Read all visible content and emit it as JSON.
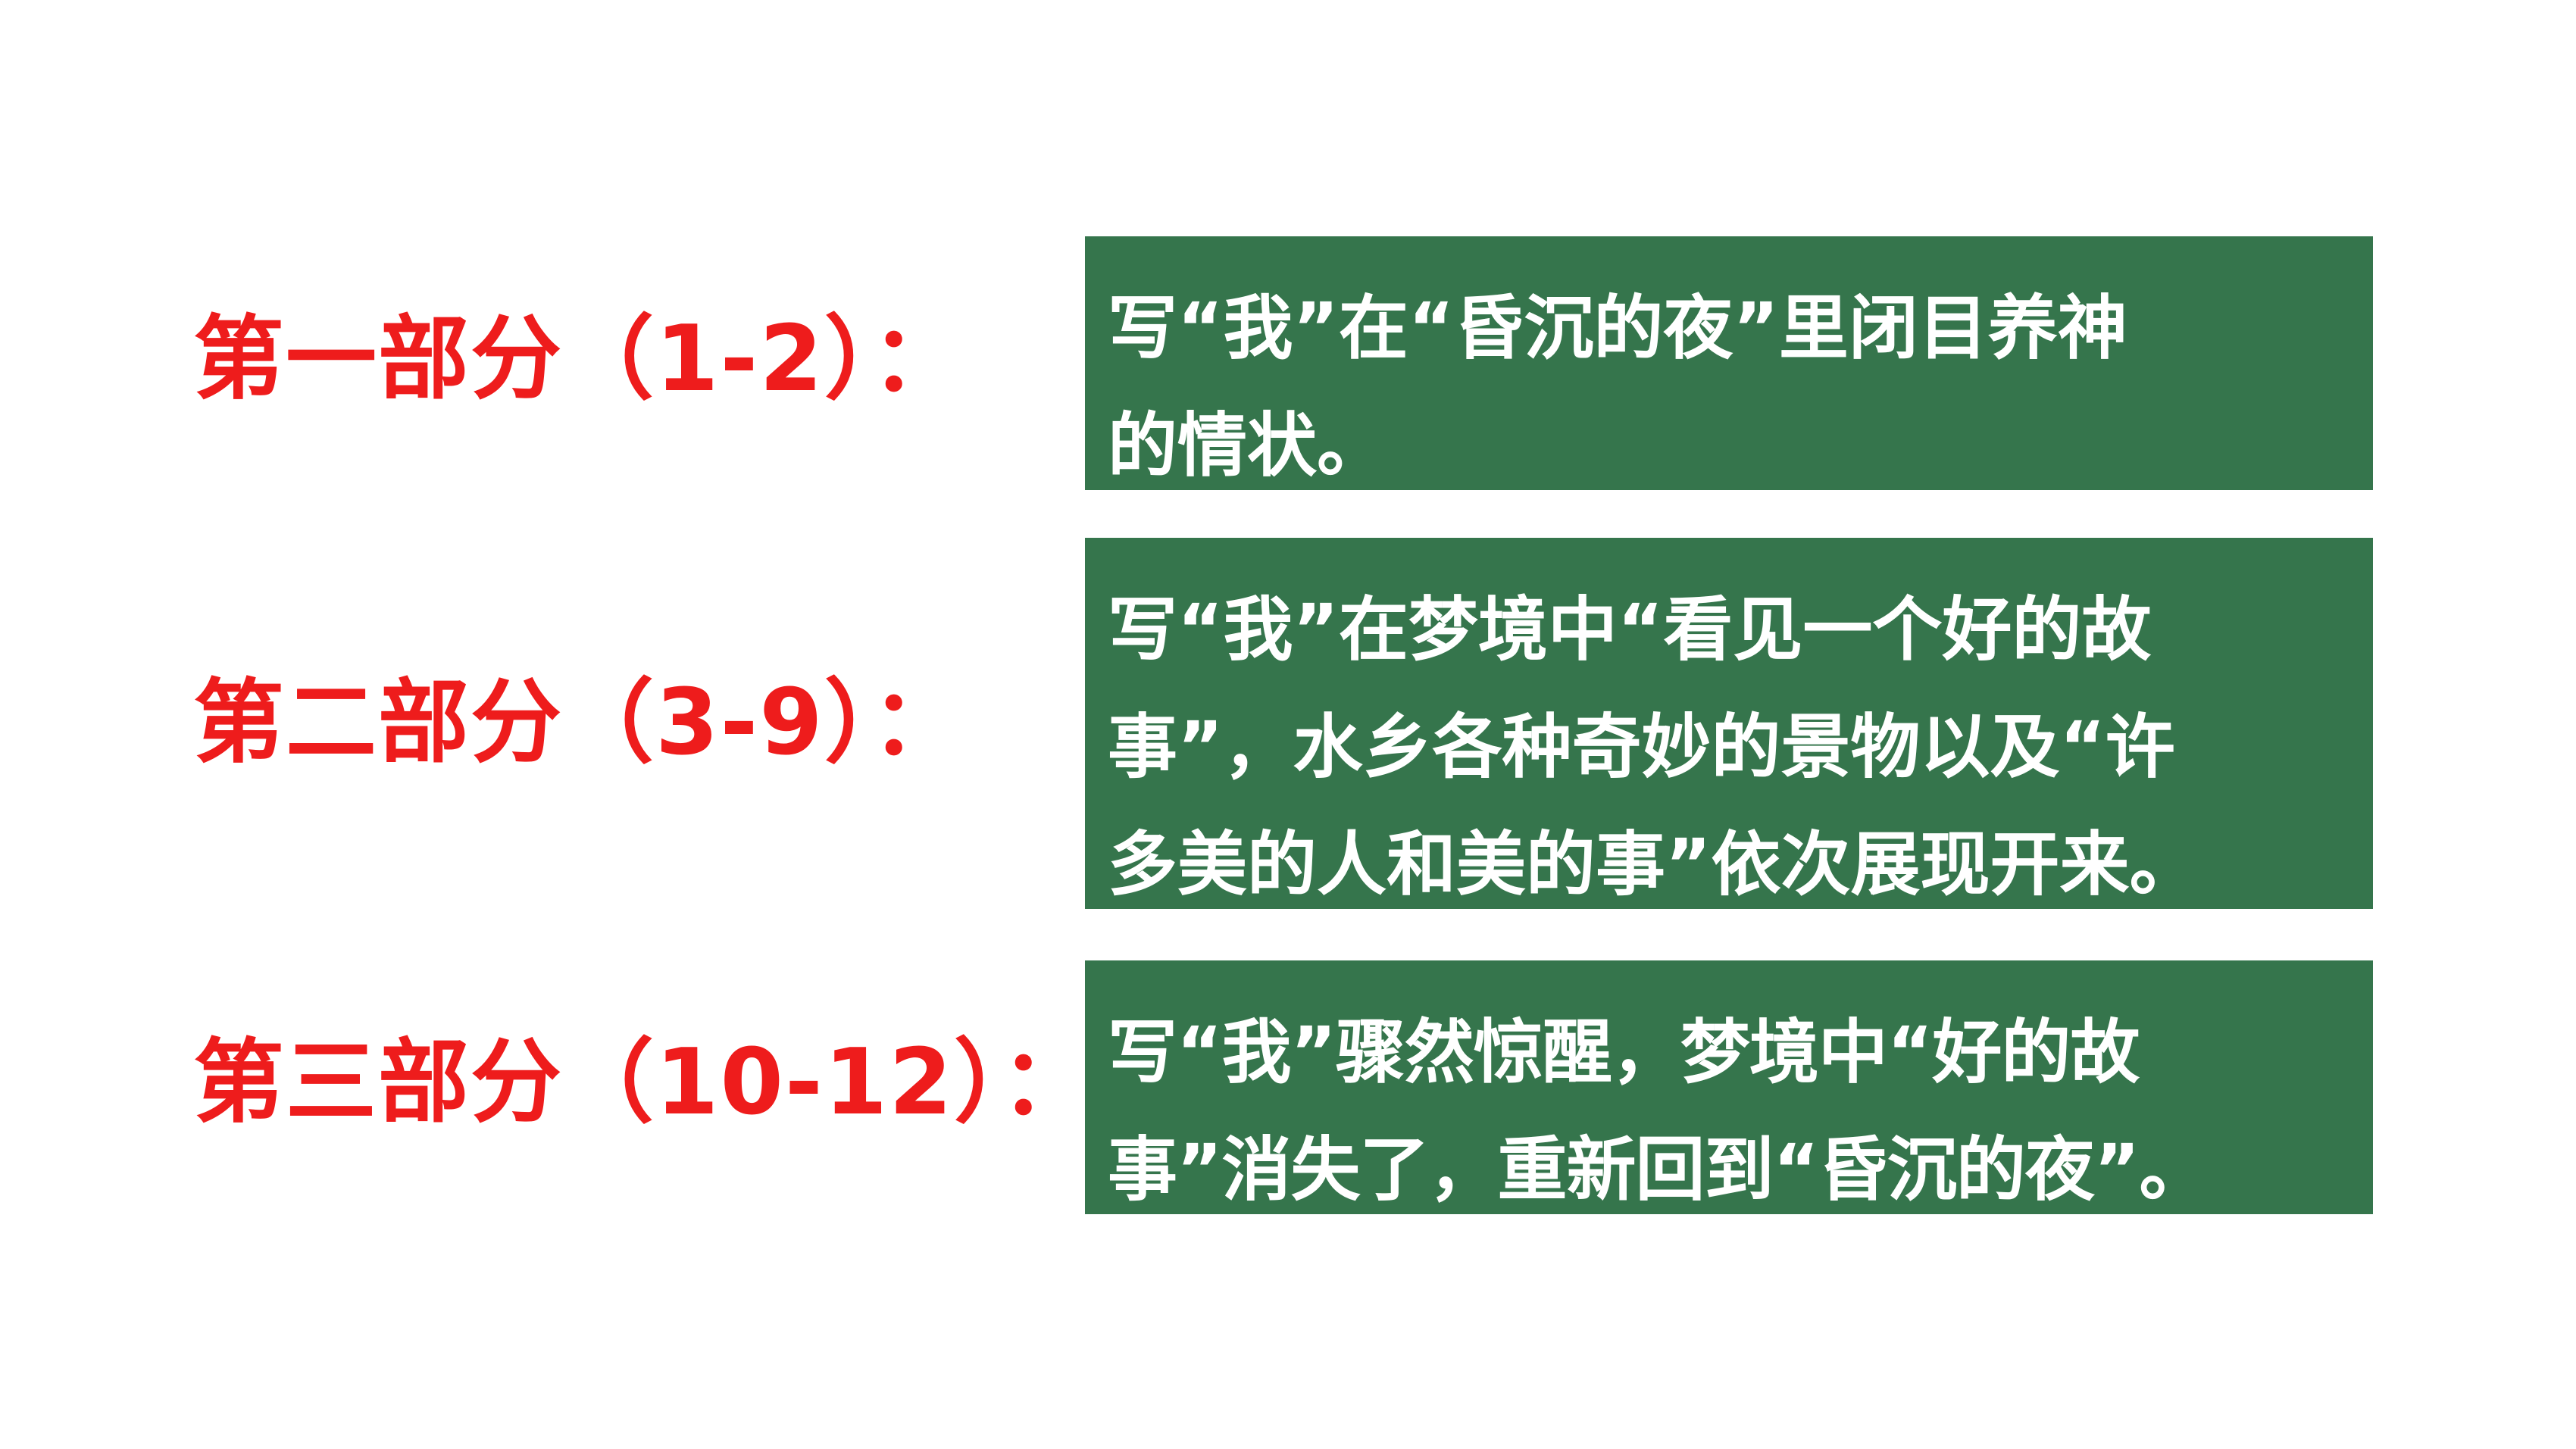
{
  "colors": {
    "label_color": "#ee1c1c",
    "box_background": "#35754c",
    "box_text_color": "#ffffff"
  },
  "sections": [
    {
      "label": "第一部分（1-2）：",
      "lines": [
        "写“我”在“昏沉的夜”里闭目养神",
        "的情状。"
      ]
    },
    {
      "label": "第二部分（3-9）：",
      "lines": [
        "写“我”在梦境中“看见一个好的故",
        "事”，水乡各种奇妙的景物以及“许",
        "多美的人和美的事”依次展现开来。"
      ]
    },
    {
      "label": "第三部分（10-12）：",
      "lines": [
        "写“我”骤然惊醒，梦境中“好的故",
        "事”消失了，重新回到“昏沉的夜”。"
      ]
    }
  ]
}
